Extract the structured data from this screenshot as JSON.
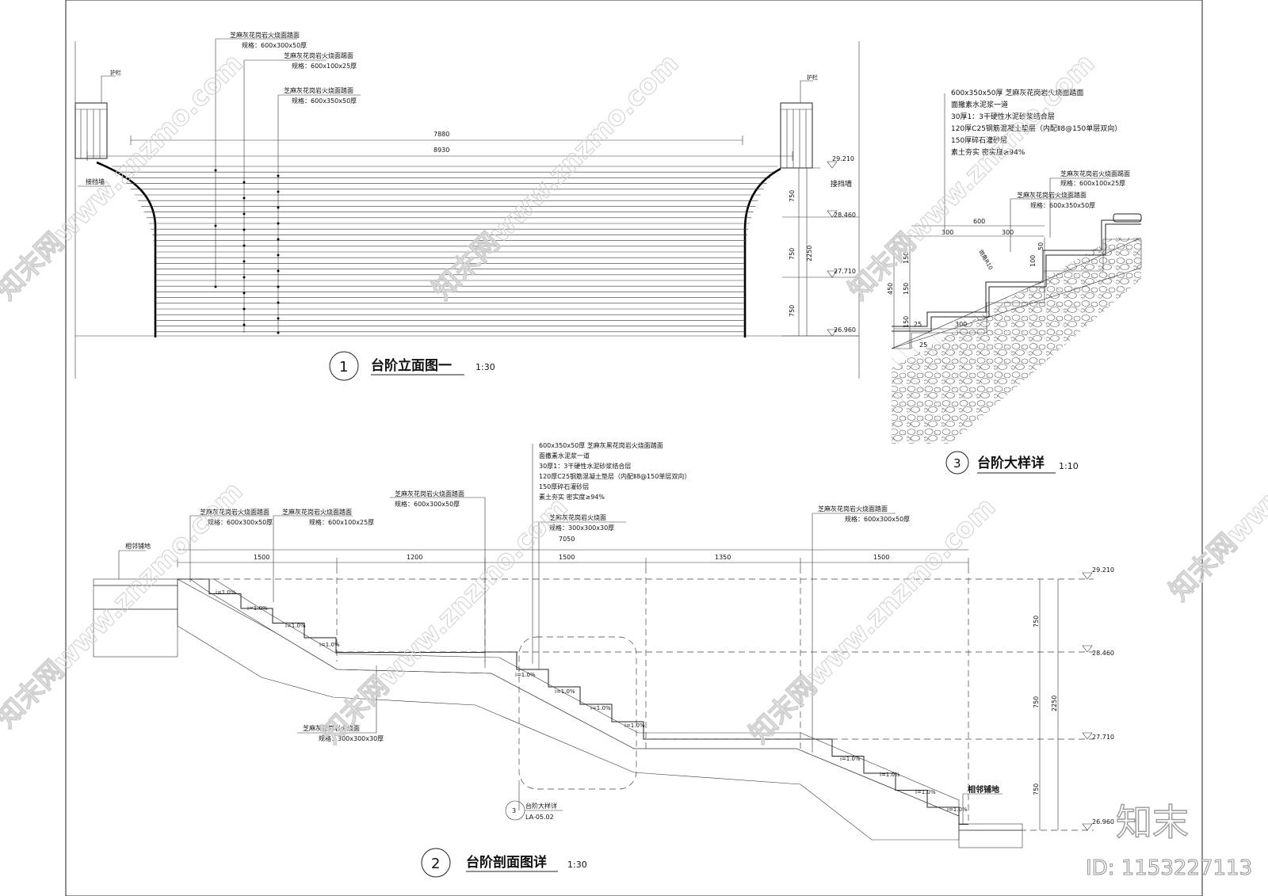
{
  "elevation": {
    "title_number": "1",
    "title": "台阶立面图一",
    "scale": "1:30",
    "tread_notes": [
      {
        "name": "芝麻灰花岗岩火烧面踏面",
        "spec": "规格：600x300x50厚"
      },
      {
        "name": "芝麻灰花岗岩火烧面踢面",
        "spec": "规格：600x100x25厚"
      },
      {
        "name": "芝麻灰花岗岩火烧面踏面",
        "spec": "规格：600x350x50厚"
      }
    ],
    "railing_label": "护栏",
    "wall_label": "接挡墙",
    "dim_inner": "7880",
    "dim_outer": "8930",
    "levels": [
      "29.210",
      "28.460",
      "27.710",
      "26.960"
    ],
    "vertical_dims": [
      "750",
      "750",
      "750"
    ],
    "total_height": "2250"
  },
  "section": {
    "title_number": "2",
    "title": "台阶剖面图详",
    "scale": "1:30",
    "adjacent_label": "相邻铺地",
    "total_length": "7050",
    "segment_dims": [
      "1500",
      "1200",
      "1500",
      "1350",
      "1500"
    ],
    "slope_label": "i=1.0%",
    "notes": [
      {
        "name": "芝麻灰花岗岩火烧面踏面",
        "spec": "规格：600x300x50厚"
      },
      {
        "name": "芝麻灰花岗岩火烧面踏面",
        "spec": "规格：600x100x25厚"
      },
      {
        "name": "芝麻灰花岗岩火烧面踏面",
        "spec": "规格：600x300x50厚"
      },
      {
        "name": "芝麻灰花岗岩火烧面",
        "spec": "规格：300x300x30厚"
      },
      {
        "name": "芝麻灰花岗岩火烧面踏面",
        "spec": "规格：600x300x50厚"
      },
      {
        "name": "芝麻灰花岗岩火烧面",
        "spec": "规格：300x300x30厚"
      }
    ],
    "layers": [
      "600x350x50厚  芝麻灰黑花岗岩火烧面踏面",
      "面撒素水泥浆一道",
      "30厚1：3干硬性水泥砂浆结合层",
      "120厚C25钢筋混凝土垫层（内配Ⅱ8@150单层双向）",
      "150厚碎石灌砂层",
      "素土夯实  密实度≥94%"
    ],
    "levels": [
      "29.210",
      "28.460",
      "27.710",
      "26.960"
    ],
    "vertical_dims": [
      "750",
      "750",
      "750"
    ],
    "total_height": "2250",
    "detail_ref": {
      "number": "3",
      "title": "台阶大样详",
      "sheet": "LA-05.02"
    }
  },
  "detail": {
    "title_number": "3",
    "title": "台阶大样详",
    "scale": "1:10",
    "layers": [
      "600x350x50厚  芝麻灰花岗岩火烧面踏面",
      "面撒素水泥浆一道",
      "30厚1：3干硬性水泥砂浆结合层",
      "120厚C25钢筋混凝土垫层（内配Ⅱ8@150单层双向）",
      "150厚碎石灌砂层",
      "素土夯实  密实度≥94%"
    ],
    "riser_note": {
      "name": "芝麻灰花岗岩火烧面踢面",
      "spec": "规格：600x100x25厚"
    },
    "tread_note": {
      "name": "芝麻灰花岗岩火烧面踏面",
      "spec": "规格：600x350x50厚"
    },
    "dims_top": [
      "600",
      "300",
      "300"
    ],
    "dims_left": [
      "150",
      "150",
      "150",
      "450"
    ],
    "dims_bottom": [
      "25",
      "300",
      "25"
    ],
    "dims_right": [
      "50",
      "100"
    ],
    "chamfer_label": "倒角R10"
  },
  "watermark": {
    "site_text": "知末网www.znzmo.com",
    "logo": "知末",
    "id_text": "ID: 1153227113"
  }
}
